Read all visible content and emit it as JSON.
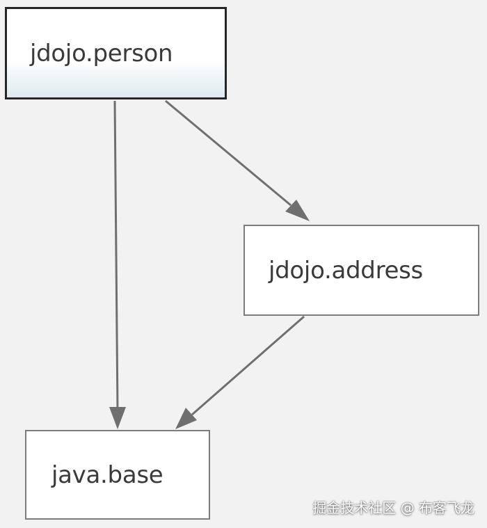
{
  "nodes": {
    "person": "jdojo.person",
    "address": "jdojo.address",
    "base": "java.base"
  },
  "edges": [
    {
      "from": "jdojo.person",
      "to": "jdojo.address"
    },
    {
      "from": "jdojo.person",
      "to": "java.base"
    },
    {
      "from": "jdojo.address",
      "to": "java.base"
    }
  ],
  "watermark": "掘金技术社区 @ 布客飞龙",
  "colors": {
    "background": "#f2f2f2",
    "edge": "#6f6f6f",
    "node_fill": "#ffffff",
    "node_border": "#7c7c7c",
    "selected_border": "#262626",
    "selected_gradient_end": "#ddeaf0"
  }
}
